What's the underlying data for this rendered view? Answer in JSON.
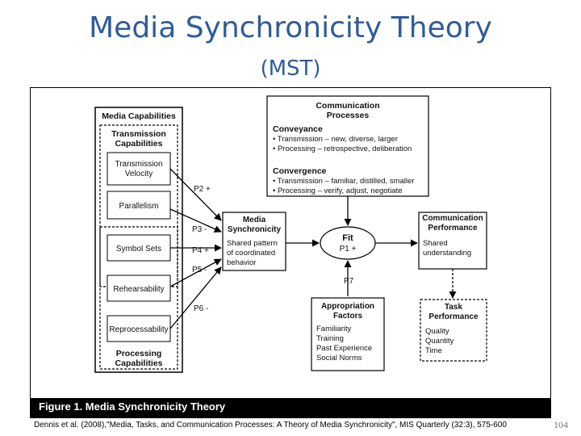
{
  "slide": {
    "title": "Media Synchronicity Theory",
    "subtitle": "(MST)",
    "citation": "Dennis et al. (2008),\"Media, Tasks, and Communication Processes: A Theory of Media Synchronicity\", MIS Quarterly (32:3), 575-600",
    "page_number": "104"
  },
  "figure": {
    "caption": "Figure 1.  Media Synchronicity Theory",
    "media_capabilities": {
      "heading": "Media Capabilities",
      "transmission_heading": [
        "Transmission",
        "Capabilities"
      ],
      "transmission_velocity": [
        "Transmission",
        "Velocity"
      ],
      "parallelism": "Parallelism",
      "symbol_sets": "Symbol Sets",
      "rehearsability": "Rehearsability",
      "reprocessability": "Reprocessability",
      "processing_heading": [
        "Processing",
        "Capabilities"
      ]
    },
    "communication_processes": {
      "heading": [
        "Communication",
        "Processes"
      ],
      "conveyance_heading": "Conveyance",
      "conveyance_items": [
        "• Transmission – new, diverse, larger",
        "• Processing – retrospective, deliberation"
      ],
      "convergence_heading": "Convergence",
      "convergence_items": [
        "• Transmission – familiar, distilled, smaller",
        "• Processing – verify, adjust, negotiate"
      ]
    },
    "media_synchronicity": {
      "heading": [
        "Media",
        "Synchronicity"
      ],
      "body": [
        "Shared pattern",
        "of coordinated",
        "behavior"
      ]
    },
    "fit": {
      "label": "Fit",
      "proposition": "P1 +"
    },
    "communication_performance": {
      "heading": [
        "Communication",
        "Performance"
      ],
      "body": [
        "Shared",
        "understanding"
      ]
    },
    "appropriation_factors": {
      "heading": [
        "Appropriation",
        "Factors"
      ],
      "items": [
        "Familiarity",
        "Training",
        "Past Experience",
        "Social Norms"
      ]
    },
    "task_performance": {
      "heading": [
        "Task",
        "Performance"
      ],
      "items": [
        "Quality",
        "Quantity",
        "Time"
      ]
    },
    "propositions": {
      "p2": "P2 +",
      "p3": "P3 -",
      "p4": "P4 +",
      "p5": "P5 -",
      "p6": "P6 -",
      "p7": "P7"
    }
  }
}
